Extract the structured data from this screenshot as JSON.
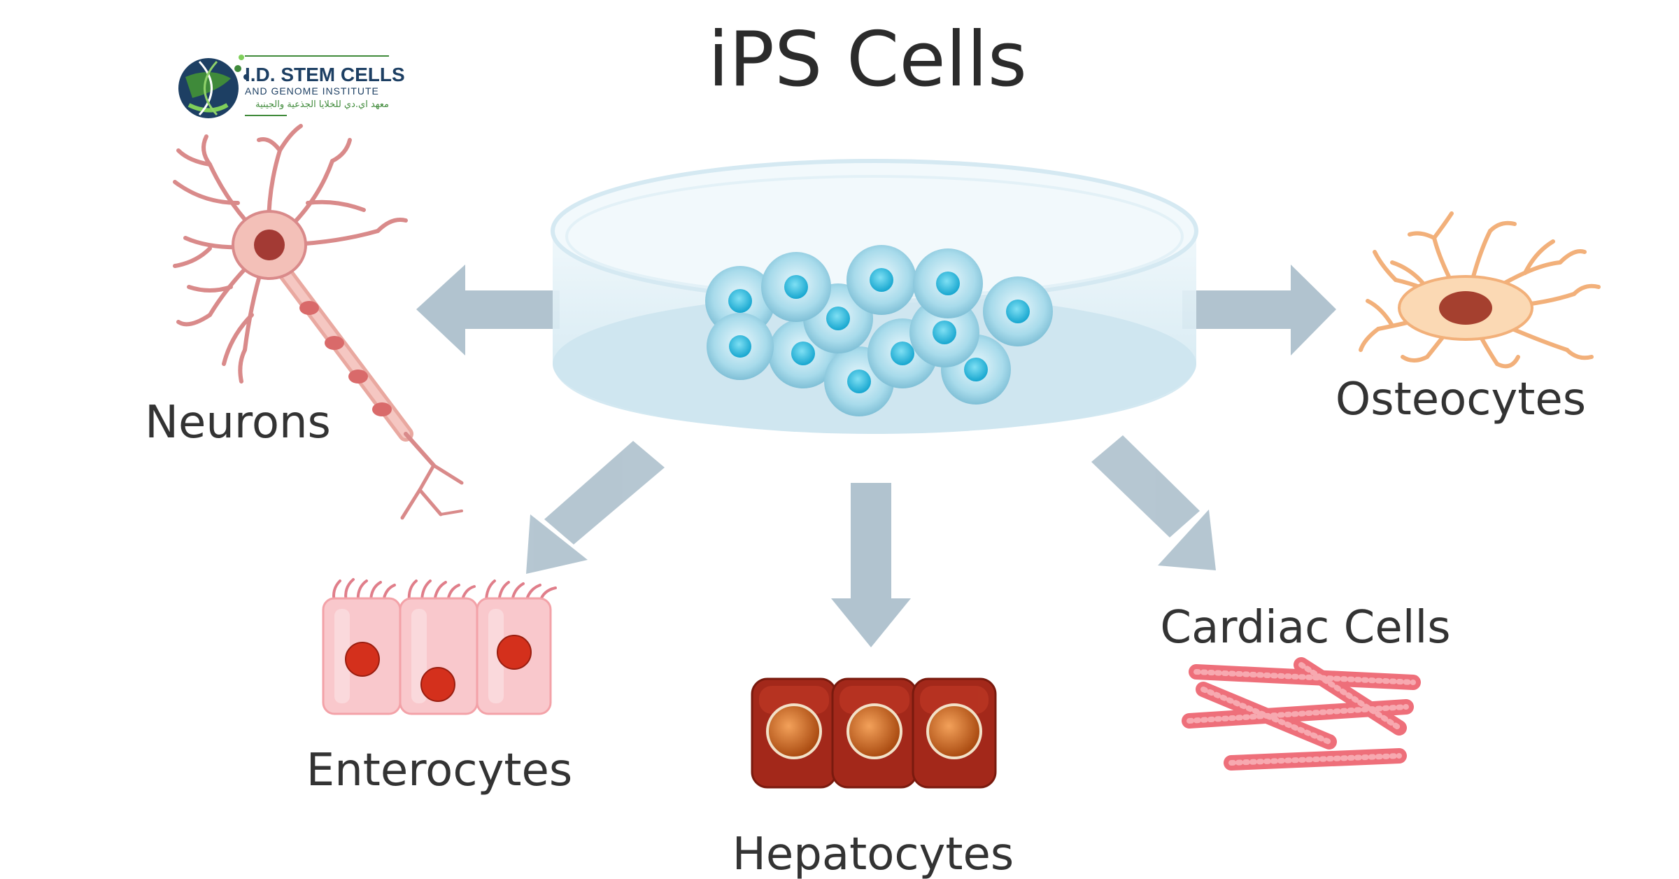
{
  "title": "iPS Cells",
  "logo": {
    "name": "I.D. STEM CELLS",
    "subtitle": "AND GENOME INSTITUTE",
    "arabic": "معهد اي.دي للخلايا الجذعية والجينية"
  },
  "cell_types": {
    "neurons": "Neurons",
    "osteocytes": "Osteocytes",
    "enterocytes": "Enterocytes",
    "hepatocytes": "Hepatocytes",
    "cardiac": "Cardiac Cells"
  },
  "colors": {
    "arrow": "#a9bdca",
    "dish": "#d6ecf5",
    "ips_cell": "#7fcbe3",
    "ips_nucleus": "#2bb3d6",
    "neuron": "#e9a8a0",
    "osteocyte": "#f5b57a",
    "enterocyte": "#f7b6b9",
    "hepatocyte": "#9c2618",
    "cardiac": "#f0707a"
  }
}
